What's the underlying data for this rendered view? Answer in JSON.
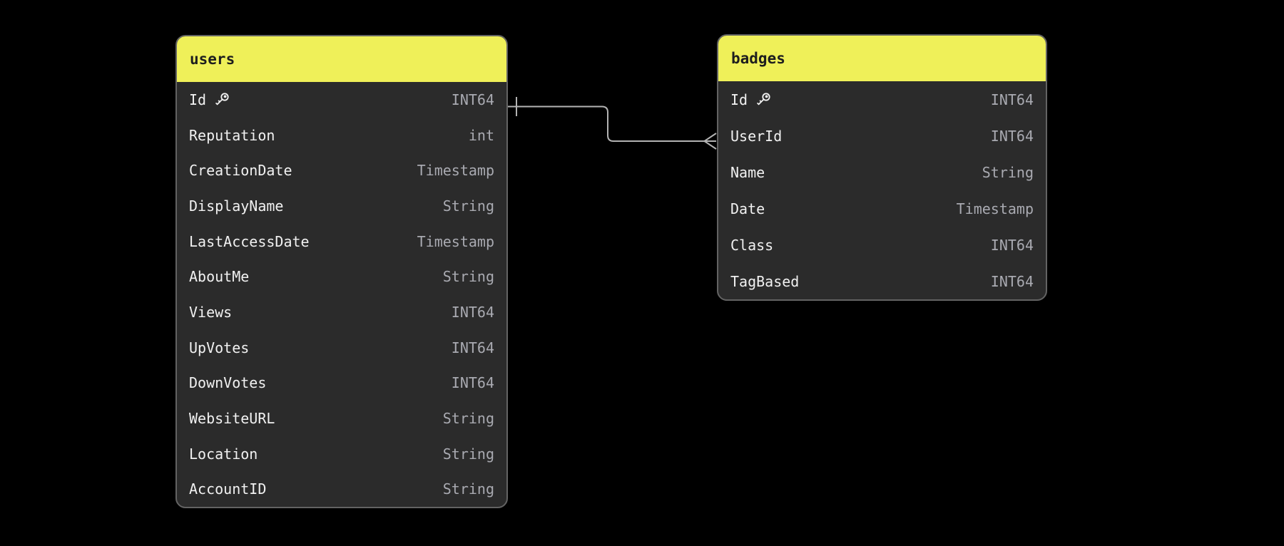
{
  "diagram": {
    "colors": {
      "canvas_bg": "#000000",
      "header_bg": "#eff059",
      "header_text": "#1e1e1e",
      "table_body_bg": "#2b2b2b",
      "table_border": "#636363",
      "field_text": "#f1f1f1",
      "type_text": "#a9aab1",
      "connector": "#b3b3b3"
    },
    "icons": {
      "primary_key": "key-icon",
      "one_cardinality": "one-tick-marker",
      "many_cardinality": "crow-foot-marker"
    },
    "tables": [
      {
        "name": "users",
        "fields": [
          {
            "name": "Id",
            "type": "INT64",
            "primary_key": true
          },
          {
            "name": "Reputation",
            "type": "int",
            "primary_key": false
          },
          {
            "name": "CreationDate",
            "type": "Timestamp",
            "primary_key": false
          },
          {
            "name": "DisplayName",
            "type": "String",
            "primary_key": false
          },
          {
            "name": "LastAccessDate",
            "type": "Timestamp",
            "primary_key": false
          },
          {
            "name": "AboutMe",
            "type": "String",
            "primary_key": false
          },
          {
            "name": "Views",
            "type": "INT64",
            "primary_key": false
          },
          {
            "name": "UpVotes",
            "type": "INT64",
            "primary_key": false
          },
          {
            "name": "DownVotes",
            "type": "INT64",
            "primary_key": false
          },
          {
            "name": "WebsiteURL",
            "type": "String",
            "primary_key": false
          },
          {
            "name": "Location",
            "type": "String",
            "primary_key": false
          },
          {
            "name": "AccountID",
            "type": "String",
            "primary_key": false
          }
        ]
      },
      {
        "name": "badges",
        "fields": [
          {
            "name": "Id",
            "type": "INT64",
            "primary_key": true
          },
          {
            "name": "UserId",
            "type": "INT64",
            "primary_key": false
          },
          {
            "name": "Name",
            "type": "String",
            "primary_key": false
          },
          {
            "name": "Date",
            "type": "Timestamp",
            "primary_key": false
          },
          {
            "name": "Class",
            "type": "INT64",
            "primary_key": false
          },
          {
            "name": "TagBased",
            "type": "INT64",
            "primary_key": false
          }
        ]
      }
    ],
    "relationship": {
      "from_table": "users",
      "from_field": "Id",
      "from_cardinality": "one",
      "to_table": "badges",
      "to_field": "UserId",
      "to_cardinality": "many"
    }
  }
}
